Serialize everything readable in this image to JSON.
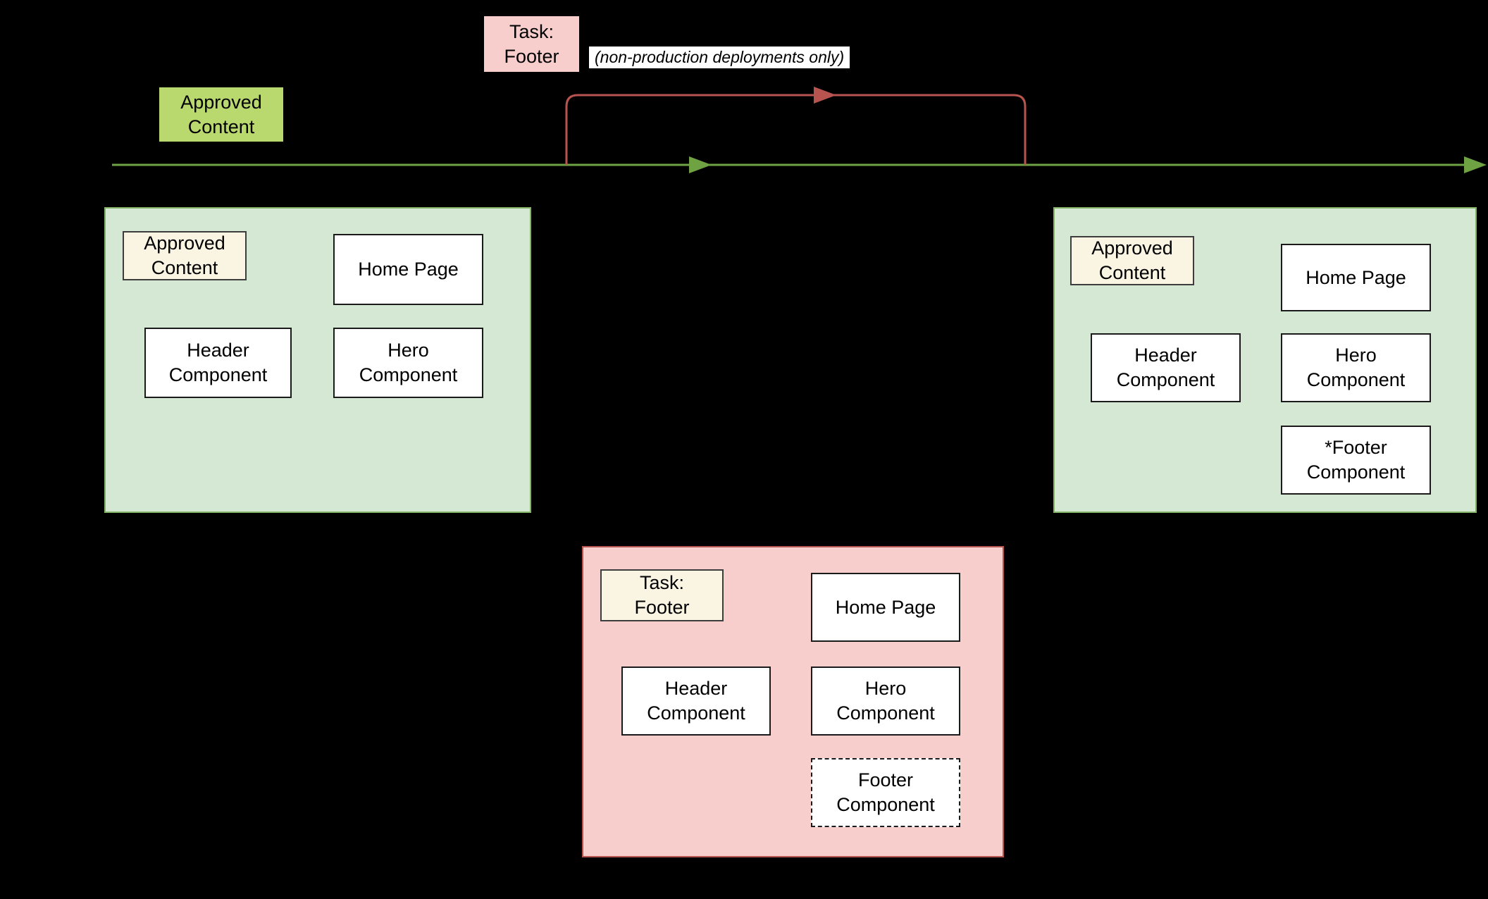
{
  "palette": {
    "background": "#000000",
    "green_container_fill": "#d5e8d4",
    "green_container_border": "#82b366",
    "pink_container_fill": "#f8cecc",
    "pink_container_border": "#b85450",
    "card_fill": "#ffffff",
    "card_border": "#1a1a1a",
    "cream_fill": "#faf4e3",
    "cream_border": "#3d3d3d",
    "lime_fill": "#b9d96e",
    "timeline_green": "#6fa243",
    "branch_red": "#b85450",
    "note_bg": "#ffffff",
    "note_text": "#000000"
  },
  "flow": {
    "branch_tag": "Task:\nFooter",
    "branch_note": "(non-production deployments only)",
    "main_tag": "Approved\nContent"
  },
  "snapshots": {
    "left": {
      "tag": "Approved\nContent",
      "items": {
        "home": "Home Page",
        "header": "Header Component",
        "hero": "Hero Component"
      }
    },
    "right": {
      "tag": "Approved\nContent",
      "items": {
        "home": "Home Page",
        "header": "Header Component",
        "hero": "Hero Component",
        "footer": "*Footer Component"
      }
    },
    "task": {
      "tag": "Task:\nFooter",
      "items": {
        "home": "Home Page",
        "header": "Header Component",
        "hero": "Hero Component",
        "footer": "Footer Component"
      }
    }
  }
}
